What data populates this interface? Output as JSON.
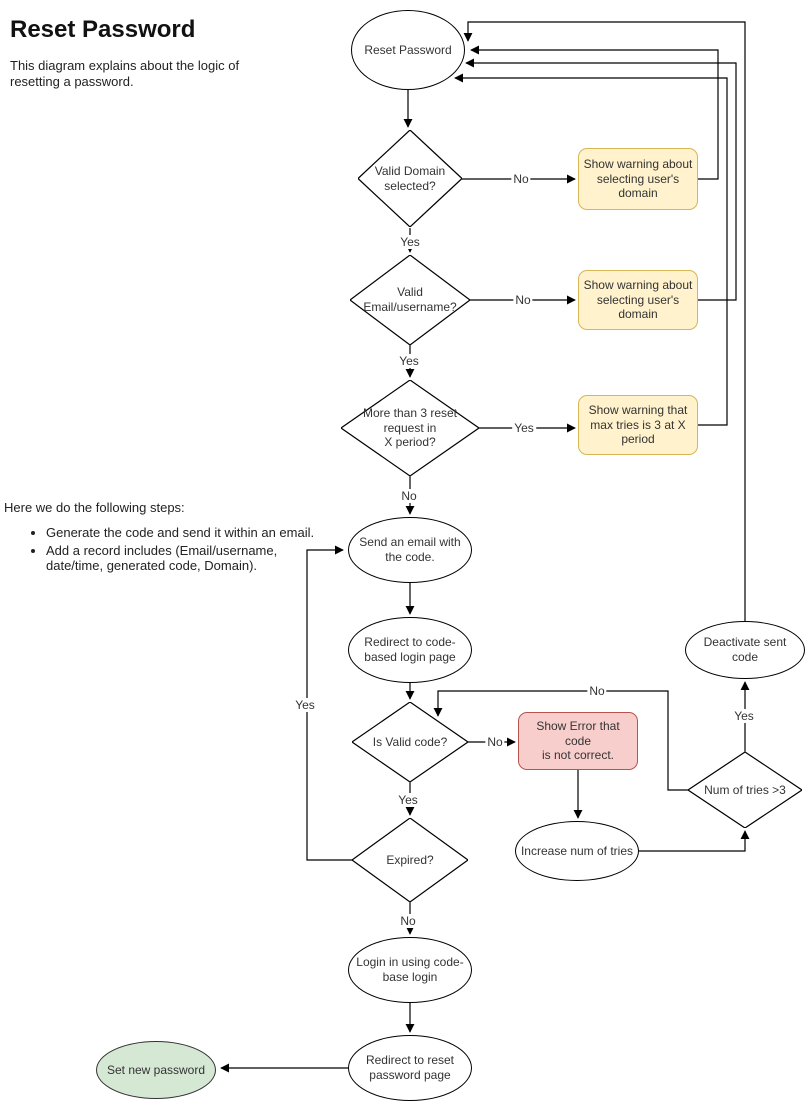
{
  "header": {
    "title": "Reset Password",
    "subtitle": "This diagram explains about the logic of resetting a password."
  },
  "side_note": {
    "intro": "Here we do the following steps:",
    "bullets": [
      "Generate the code and send it within an email.",
      "Add a record includes (Email/username, date/time, generated code, Domain)."
    ]
  },
  "colors": {
    "warning_fill": "#FFF2CC",
    "warning_border": "#D6B656",
    "error_fill": "#F8CECC",
    "error_border": "#B85450",
    "success_fill": "#D5E8D4",
    "success_border": "#82B366",
    "edge_stroke": "#000000"
  },
  "nodes": {
    "start": "Reset Password",
    "valid_domain": "Valid Domain\nselected?",
    "warn_domain": "Show warning about\nselecting user's\ndomain",
    "valid_email": "Valid\nEmail/username?",
    "warn_email": "Show warning about\nselecting user's\ndomain",
    "more_than_3": "More than 3 reset\nrequest in\nX period?",
    "warn_max_tries": "Show warning that\nmax tries is 3 at X\nperiod",
    "send_email": "Send an email with\nthe code.",
    "redirect_code_login": "Redirect to code-\nbased login page",
    "is_valid_code": "Is Valid code?",
    "show_error": "Show Error that code\nis not correct.",
    "num_tries": "Num of tries >3",
    "increase_tries": "Increase num of tries",
    "deactivate": "Deactivate sent code",
    "expired": "Expired?",
    "login_code": "Login in using code-\nbase login",
    "redirect_reset": "Redirect to reset\npassword page",
    "set_new_password": "Set new password"
  },
  "edge_labels": {
    "yes": "Yes",
    "no": "No"
  }
}
